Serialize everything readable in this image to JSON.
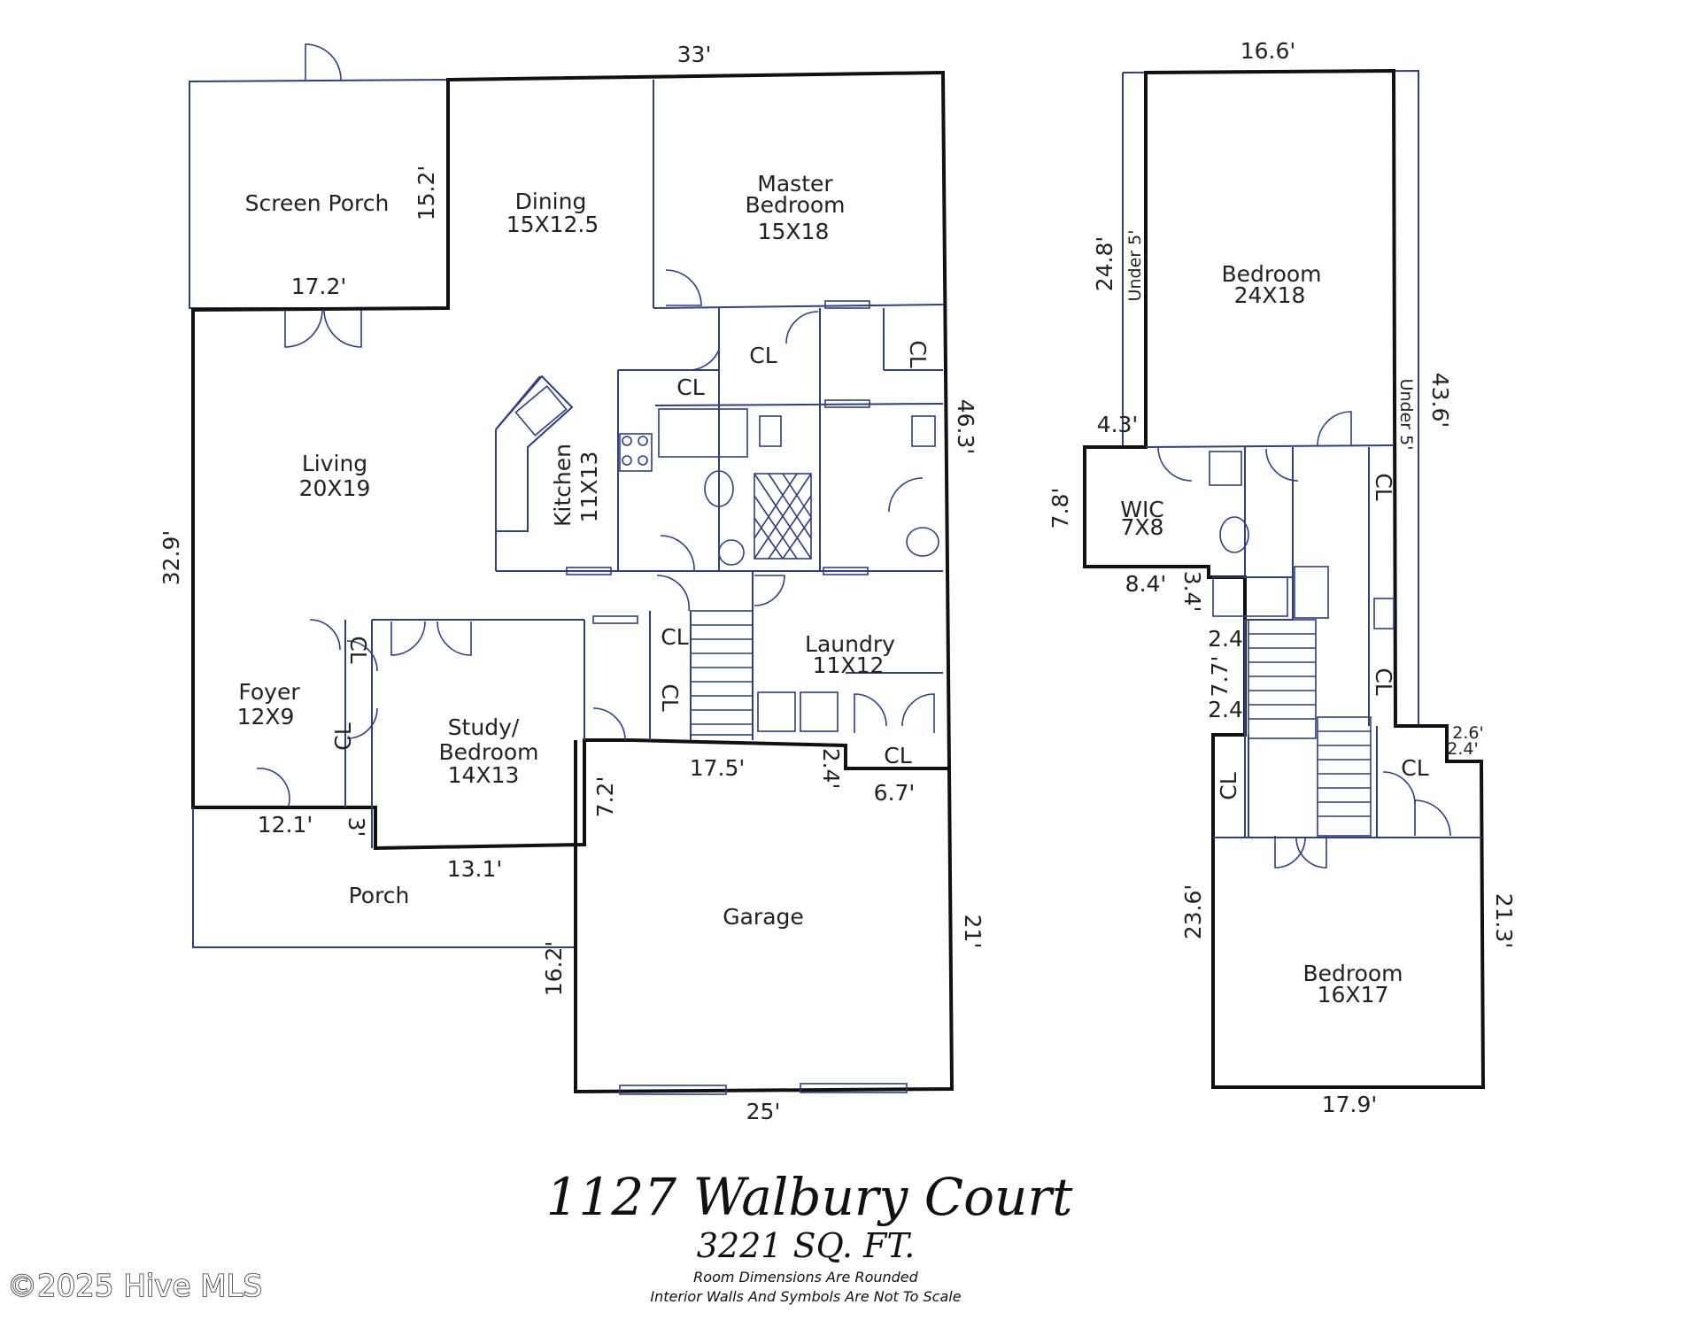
{
  "rooms": {
    "screen_porch": "Screen Porch",
    "dining": "Dining",
    "dining_size": "15X12.5",
    "master_1": "Master",
    "master_2": "Bedroom",
    "master_size": "15X18",
    "living": "Living",
    "living_size": "20X19",
    "kitchen": "Kitchen",
    "kitchen_size": "11X13",
    "foyer": "Foyer",
    "foyer_size": "12X9",
    "study_1": "Study/",
    "study_2": "Bedroom",
    "study_size": "14X13",
    "laundry": "Laundry",
    "laundry_size": "11X12",
    "garage": "Garage",
    "porch": "Porch",
    "up_bedroom": "Bedroom",
    "up_bedroom_size": "24X18",
    "wic": "WIC",
    "wic_size": "7X8",
    "bedroom2": "Bedroom",
    "bedroom2_size": "16X17",
    "closet": "CL",
    "under5": "Under 5'"
  },
  "dimensions": {
    "top": "33'",
    "screen_porch_side": "15.2'",
    "screen_porch_bottom": "17.2'",
    "right_main": "46.3'",
    "left_main": "32.9'",
    "porch_top": "12.1'",
    "porch_step": "3'",
    "study_bottom": "13.1'",
    "garage_step": "7.2'",
    "garage_top": "17.5'",
    "laundry_step": "2.4'",
    "cl_bottom": "6.7'",
    "garage_right": "21'",
    "garage_left": "16.2'",
    "garage_bottom": "25'",
    "up_top": "16.6'",
    "up_left": "24.8'",
    "up_right": "43.6'",
    "wic_top": "4.3'",
    "wic_side": "7.8'",
    "wic_bottom": "8.4'",
    "wic_step": "3.4'",
    "stair_top": "2.4",
    "stair_mid": "7.7'",
    "stair_bot": "2.4",
    "notch_a": "2.6'",
    "notch_b": "2.4'",
    "bed2_left": "23.6'",
    "bed2_right": "21.3'",
    "bed2_bottom": "17.9'"
  },
  "footer": {
    "address": "1127 Walbury Court",
    "sqft": "3221 SQ. FT.",
    "note1": "Room Dimensions Are Rounded",
    "note2": "Interior Walls And Symbols Are Not To Scale",
    "copyright": "©2025 Hive MLS"
  }
}
